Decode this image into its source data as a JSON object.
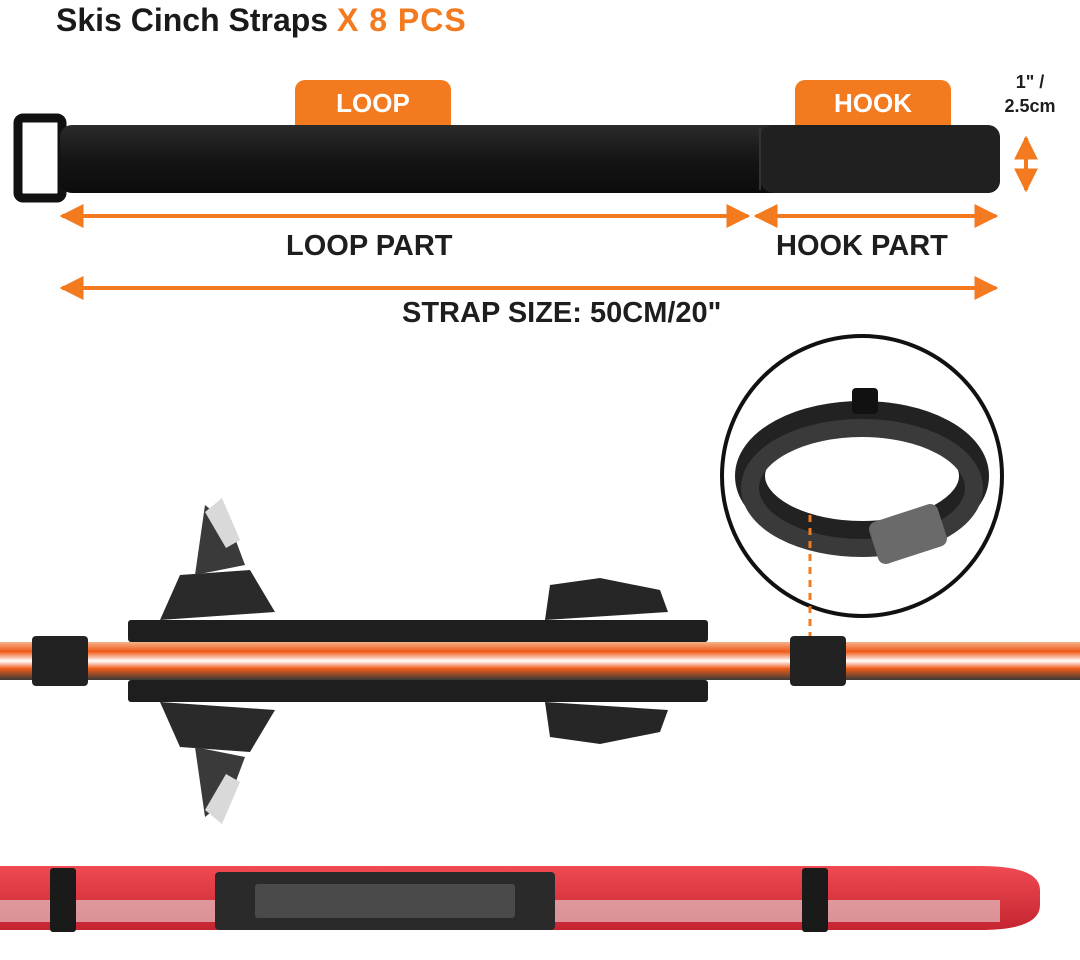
{
  "title": {
    "main": "Skis Cinch Straps",
    "accent": "X 8 PCS"
  },
  "tabs": {
    "loop": "LOOP",
    "hook": "HOOK"
  },
  "dimensions": {
    "width_line1": "1\" /",
    "width_line2": "2.5cm",
    "loop_part": "LOOP PART",
    "hook_part": "HOOK PART",
    "strap_size": "STRAP SIZE: 50CM/20\""
  },
  "colors": {
    "accent": "#f47a1f",
    "strap": "#1b1b1b",
    "ski_orange": "#f06a22",
    "ski_red": "#e2373f"
  }
}
